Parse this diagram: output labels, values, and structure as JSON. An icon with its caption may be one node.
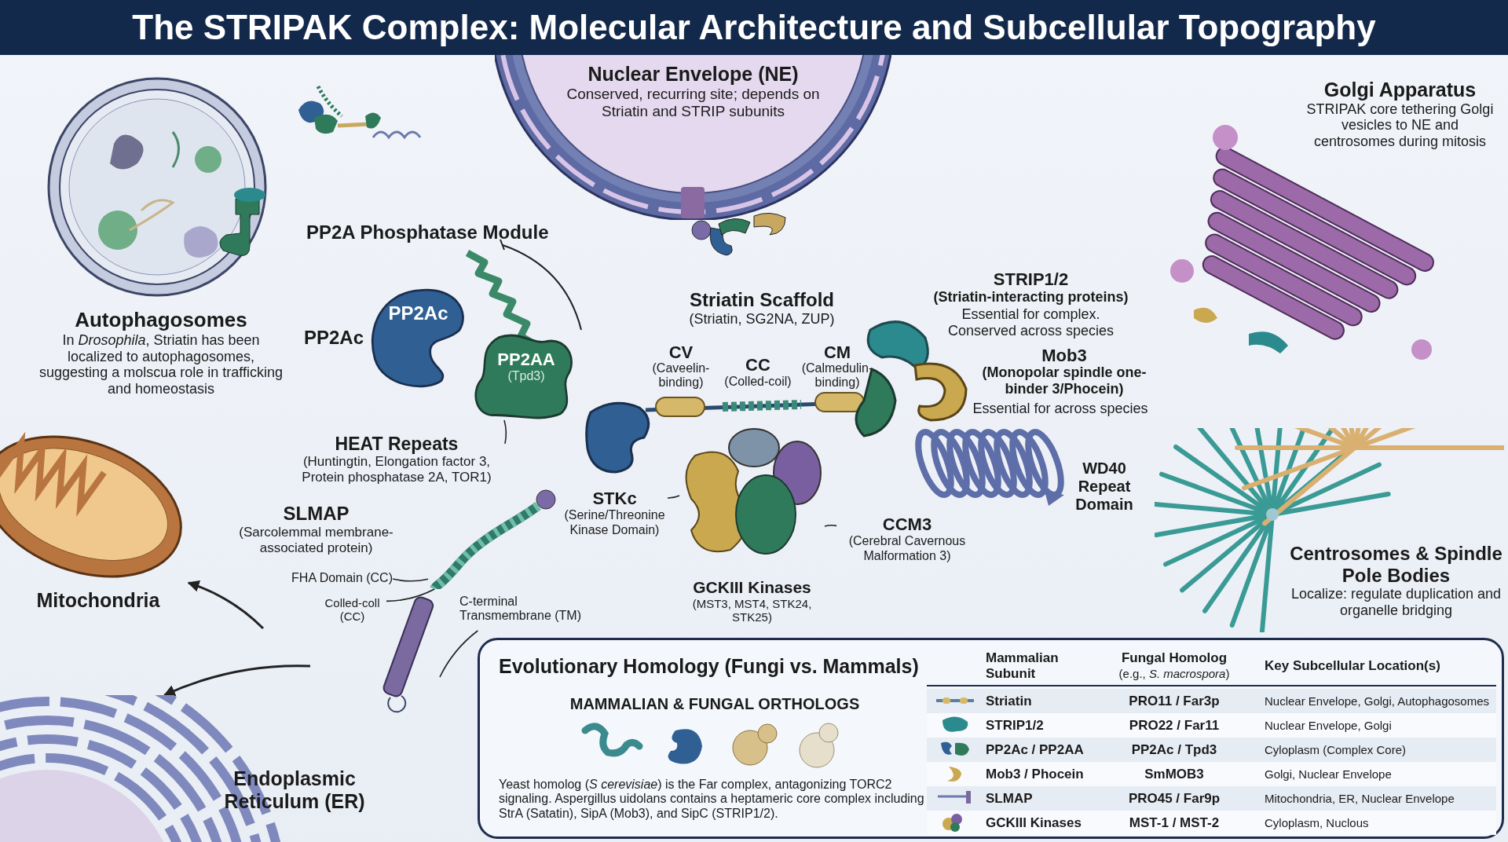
{
  "diagram": {
    "title": "The STRIPAK Complex: Molecular Architecture and Subcellular Topography",
    "nodes": [
      {
        "text": [
          "Autophagosomes",
          "In *Drosophila*, Striatin has been localized to autophagosomes, suggesting a molscua role in trafficking and homeostasis"
        ]
      },
      {
        "text": [
          "Nuclear Envelope (NE)",
          "Conserved, recurring site; depends on Striatin and STRIP subunits"
        ]
      },
      {
        "text": [
          "Golgi Apparatus",
          "STRIPAK core tethering Golgi vesicles to NE and centrosomes during mitosis"
        ]
      },
      {
        "text": [
          "Mitochondria"
        ]
      },
      {
        "text": [
          "Centrosomes & Spindle Pole Bodies",
          "Localize: regulate duplication and organelle bridging"
        ]
      },
      {
        "text": [
          "Endoplasmic Reticulum (ER)"
        ]
      },
      {
        "text": [
          "PP2Ac"
        ]
      },
      {
        "text": [
          "PP2AA",
          "(Tpd3)"
        ]
      },
      {
        "text": [
          "HEAT Repeats",
          "(Huntingtin, Elongation factor 3, Protein phosphatase 2A, TOR1)"
        ]
      },
      {
        "text": [
          "STKc",
          "(Serine/Threonine Kinase Domain)"
        ]
      },
      {
        "text": [
          "CCM3",
          "(Cerebral Cavernous Malformation 3)"
        ]
      },
      {
        "text": [
          "GCKIII Kinases",
          "(MST3, MST4, STK24, STK25)"
        ]
      },
      {
        "text": [
          "FHA Domain (CC)"
        ]
      },
      {
        "text": [
          "Colled-coll (CC)"
        ]
      },
      {
        "text": [
          "C-terminal Transmembrane (TM)"
        ]
      },
      {
        "text": [],
        "shape": "picture"
      },
      {
        "text": [],
        "shape": "cylinder"
      },
      {
        "text": [
          "Evolutionary Homology (Fungi vs. Mammals)"
        ]
      }
    ],
    "edges": [
      {
        "from": 8,
        "to": 7,
        "arrow": "none"
      },
      {
        "from": 9,
        "to": 11,
        "arrow": "none"
      },
      {
        "from": 10,
        "to": 11,
        "arrow": "none"
      },
      {
        "from": 12,
        "to": 15,
        "arrow": "none"
      },
      {
        "from": 13,
        "to": 15,
        "arrow": "none"
      },
      {
        "from": 14,
        "to": 16,
        "arrow": "none"
      },
      {
        "from": null,
        "to": 3,
        "arrow": "to"
      },
      {
        "from": null,
        "to": 5,
        "arrow": "to"
      }
    ],
    "labels": [
      "PP2A Phosphatase Module",
      "PP2Ac",
      "Striatin Scaffold",
      "(Striatin, SG2NA, ZUP)",
      "STRIP1/2",
      "(Striatin-interacting proteins)",
      "Essential for complex. Conserved across species",
      "CV",
      "(Caveelin-binding)",
      "CC",
      "(Colled-coil)",
      "CM",
      "(Calmedulin-binding)",
      "Mob3",
      "(Monopolar spindle one-binder 3/Phocein)",
      "Essential for across species",
      "WD40 Repeat Domain",
      "SLMAP",
      "(Sarcolemmal membrane-associated protein)",
      "MAMMALIAN & FUNGAL ORTHOLOGS",
      "Yeast homolog (*S cerevisiae*) is the Far complex, antagonizing TORC2 signaling. Aspergillus uidolans contains a heptameric core complex including StrA (Satatin), SipA (Mob3), and SipC (STRIP1/2).",
      "Mammalian Subunit",
      "Fungal Homolog",
      "(e.g., *S. macrospora*)",
      "Key Subcellular Location(s)",
      "Striatin",
      "PRO11 / Far3p",
      "Nuclear Envelope, Golgi, Autophagosomes",
      "STRIP1/2",
      "PRO22 / Far11",
      "Nuclear Envelope, Golgi",
      "PP2Ac / PP2AA",
      "PP2Ac / Tpd3",
      "Cyloplasm (Complex Core)",
      "Mob3 / Phocein",
      "SmMOB3",
      "Golgi, Nuclear Envelope",
      "SLMAP",
      "PRO45 / Far9p",
      "Mitochondria, ER, Nuclear Envelope",
      "GCKIII Kinases",
      "MST-1 / MST-2",
      "Cyloplasm, Nuclous"
    ]
  }
}
